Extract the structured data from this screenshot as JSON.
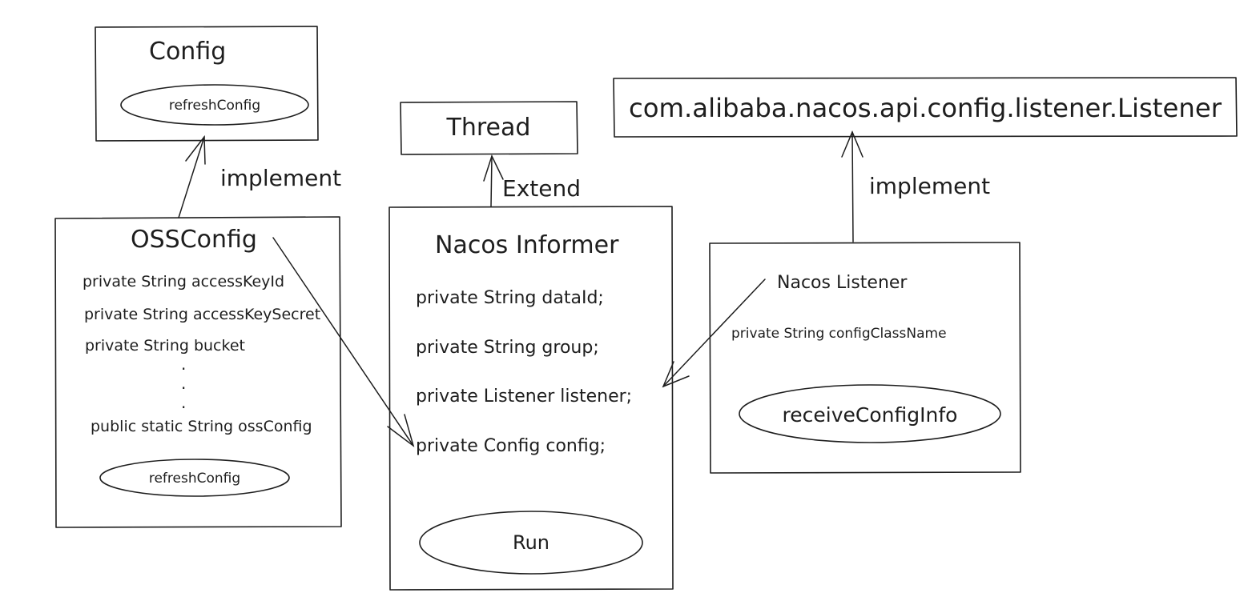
{
  "config": {
    "title": "Config",
    "method": "refreshConfig"
  },
  "oss_config": {
    "title": "OSSConfig",
    "fields": [
      "private String accessKeyId",
      "private String accessKeySecret",
      "private String bucket"
    ],
    "ellipsis": [
      ".",
      ".",
      "."
    ],
    "static_field": "public static String ossConfig",
    "method": "refreshConfig"
  },
  "thread": {
    "title": "Thread"
  },
  "nacos_informer": {
    "title": "Nacos Informer",
    "fields": [
      "private String dataId;",
      "private String group;",
      "private Listener listener;",
      "private Config config;"
    ],
    "method": "Run"
  },
  "listener_interface": {
    "title": "com.alibaba.nacos.api.config.listener.Listener"
  },
  "nacos_listener": {
    "title": "Nacos Listener",
    "field": "private String configClassName",
    "method": "receiveConfigInfo"
  },
  "relations": {
    "oss_to_config": "implement",
    "informer_to_thread": "Extend",
    "listener_to_interface": "implement"
  }
}
